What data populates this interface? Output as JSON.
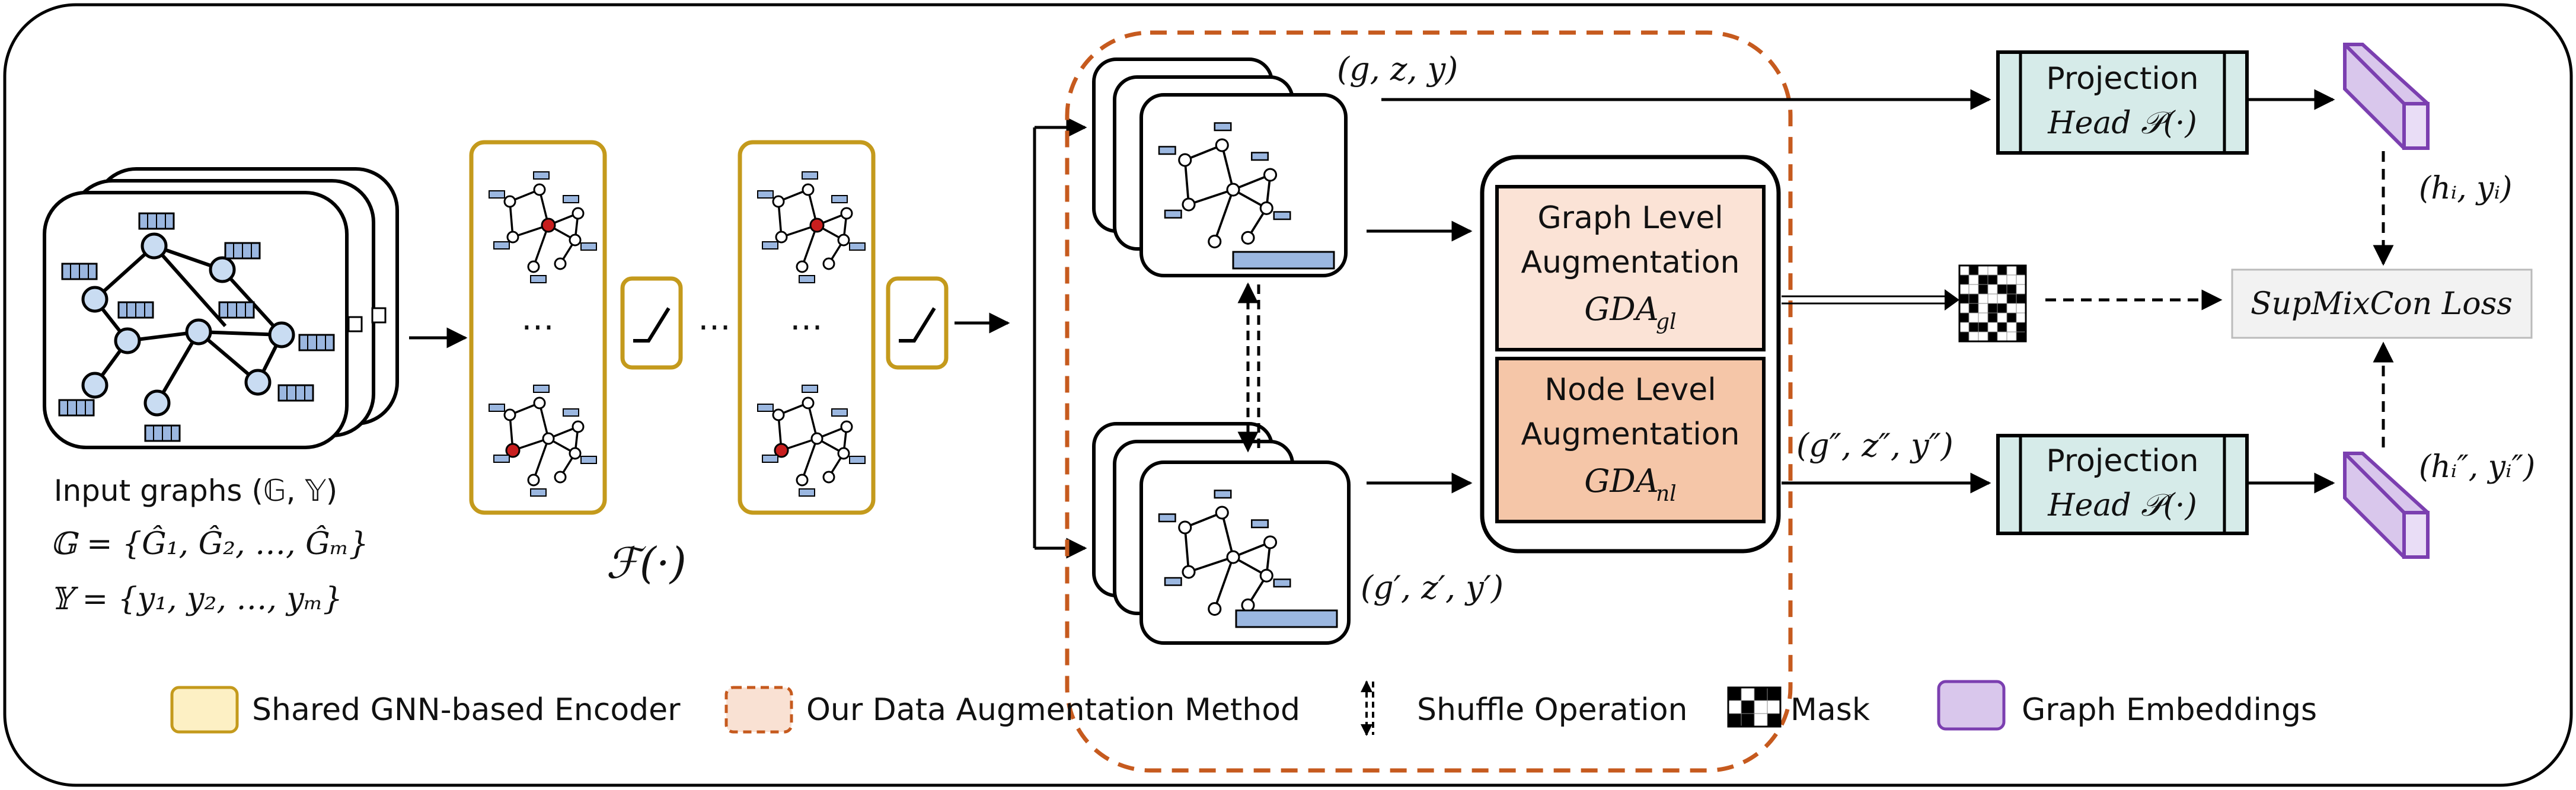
{
  "input": {
    "caption": "Input graphs (𝔾, 𝕐)",
    "g_def": "𝔾 = {Ĝ₁, Ĝ₂, …, Ĝₘ}",
    "y_def": "𝕐 = {y₁, y₂, …, yₘ}"
  },
  "encoder": {
    "ellipsis": "⋯",
    "function_label": "ℱ(·)"
  },
  "triples": {
    "original": "(g, z, y)",
    "shuffled": "(g′, z′, y′)",
    "mixed": "(g″, z″, y″)"
  },
  "augmentation": {
    "graph_level_line1": "Graph Level",
    "graph_level_line2": "Augmentation",
    "graph_level_symbol": "GDA",
    "graph_level_sub": "gl",
    "node_level_line1": "Node Level",
    "node_level_line2": "Augmentation",
    "node_level_symbol": "GDA",
    "node_level_sub": "nl"
  },
  "projection": {
    "top_line1": "Projection",
    "top_line2": "Head 𝒫(·)",
    "bottom_line1": "Projection",
    "bottom_line2": "Head 𝒫(·)"
  },
  "embeddings": {
    "top_label": "(hᵢ, yᵢ)",
    "bottom_label": "(hᵢ″, yᵢ″)"
  },
  "loss": {
    "label": "SupMixCon Loss"
  },
  "legend": {
    "encoder": "Shared GNN-based Encoder",
    "augmentation": "Our Data Augmentation Method",
    "shuffle": "Shuffle Operation",
    "mask": "Mask",
    "embeddings": "Graph Embeddings"
  },
  "colors": {
    "encoder_border": "#c49a1c",
    "encoder_fill": "#fdf0c4",
    "augmentation_border": "#c65a1e",
    "augmentation_fill": "#f9e1d3",
    "graph_level_fill": "#fbe3d6",
    "node_level_fill": "#f5c6a8",
    "projection_fill": "#d6ebe9",
    "embedding_border": "#7b3fb0",
    "embedding_fill": "#d9c7ec",
    "loss_fill": "#f2f2f2",
    "feature_bar": "#9bb7e0"
  }
}
